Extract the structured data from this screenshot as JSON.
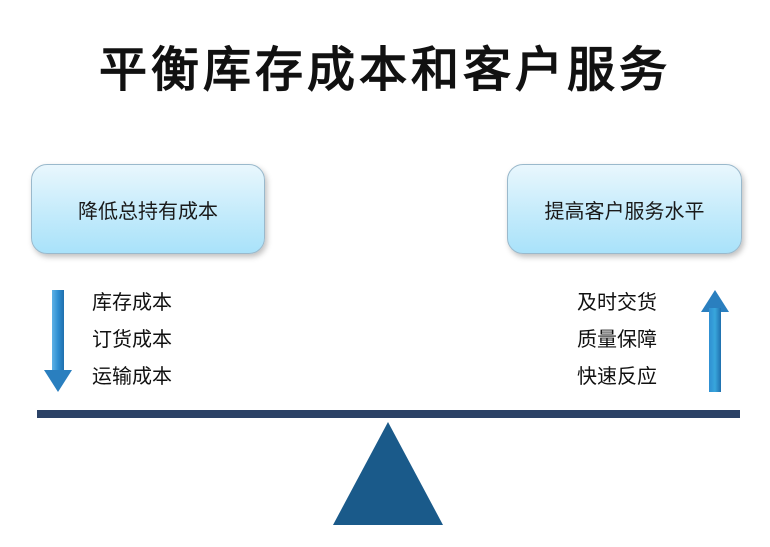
{
  "title": "平衡库存成本和客户服务",
  "left": {
    "box_label": "降低总持有成本",
    "arrow": "arrow-down-icon",
    "items": [
      "库存成本",
      "订货成本",
      "运输成本"
    ]
  },
  "right": {
    "box_label": "提高客户服务水平",
    "arrow": "arrow-up-icon",
    "items": [
      "及时交货",
      "质量保障",
      "快速反应"
    ]
  },
  "colors": {
    "beam": "#2b4266",
    "fulcrum": "#1a5a8a",
    "arrow": "#2f8fd2",
    "box_fill": "#c4ebfb"
  }
}
